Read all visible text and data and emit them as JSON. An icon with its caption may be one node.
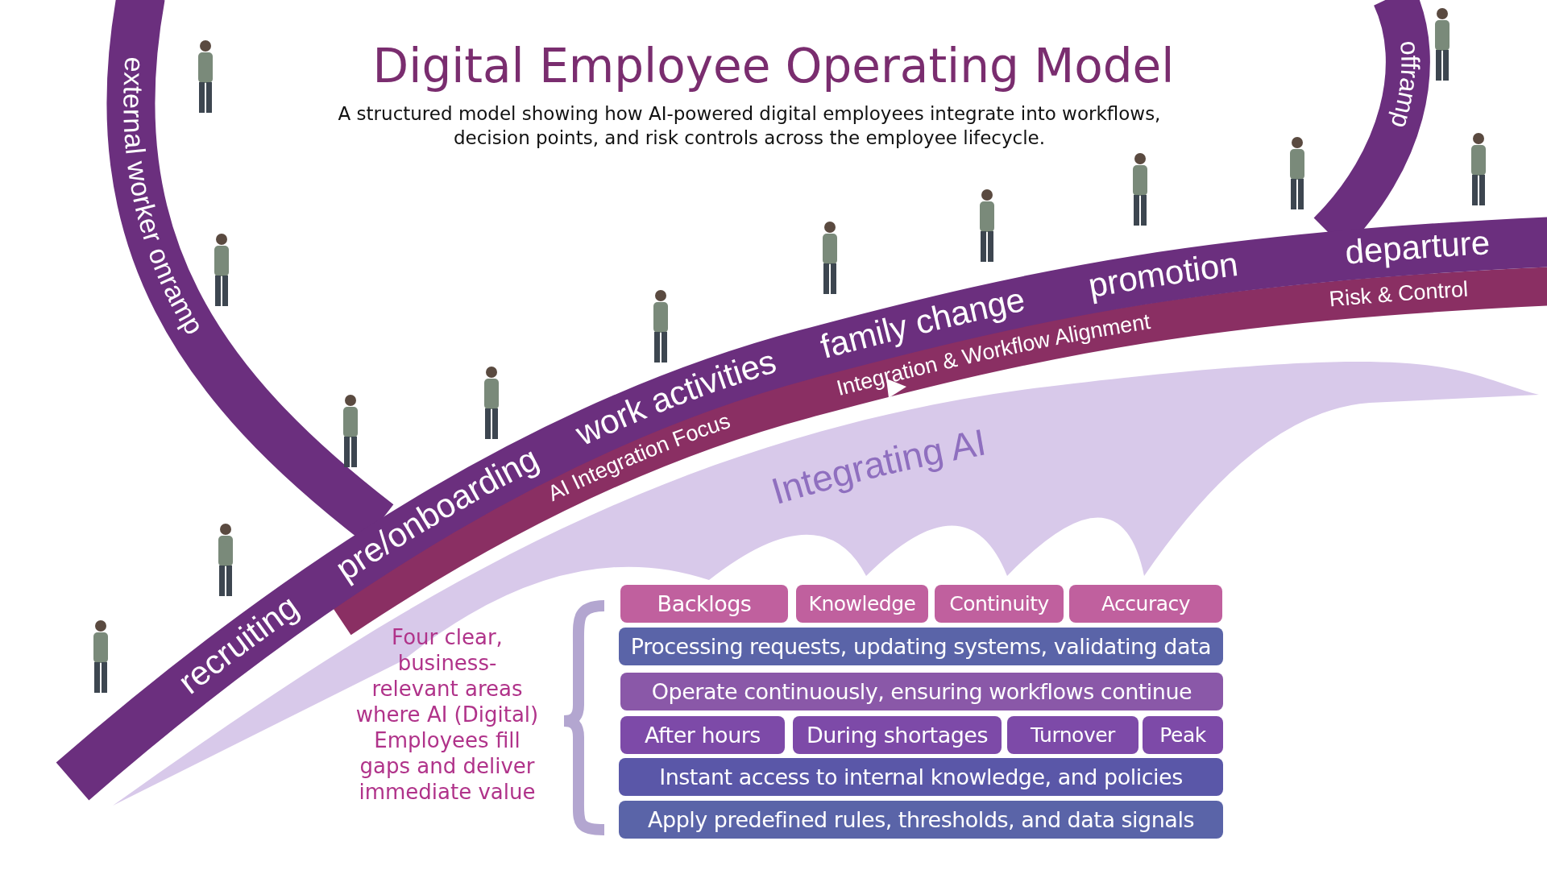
{
  "diagram": {
    "title": "Digital Employee Operating Model",
    "caption": "A structured model showing how AI-powered digital employees integrate into workflows, decision points, and risk controls across the employee lifecycle.",
    "nodes": [
      {
        "text": [
          "Backlogs"
        ]
      },
      {
        "text": [
          "Knowledge"
        ]
      },
      {
        "text": [
          "Continuity"
        ]
      },
      {
        "text": [
          "Accuracy"
        ]
      },
      {
        "text": [
          "Processing requests, updating systems, validating data"
        ]
      },
      {
        "text": [
          "Operate continuously, ensuring workflows continue"
        ]
      },
      {
        "text": [
          "After hours"
        ]
      },
      {
        "text": [
          "During shortages"
        ]
      },
      {
        "text": [
          "Turnover"
        ]
      },
      {
        "text": [
          "Peak"
        ]
      },
      {
        "text": [
          "Instant access to internal knowledge, and policies"
        ]
      },
      {
        "text": [
          "Apply predefined rules, thresholds, and data signals"
        ]
      }
    ],
    "labels": [
      "external worker onramp",
      "offramp",
      "recruiting",
      "pre/onboarding",
      "work activities",
      "family change",
      "promotion",
      "departure",
      "AI Integration Focus",
      "Integration & Workflow Alignment",
      "Risk & Control",
      "Integrating AI",
      "Four clear, business-relevant areas where AI (Digital) Employees fill gaps and deliver immediate value"
    ]
  }
}
